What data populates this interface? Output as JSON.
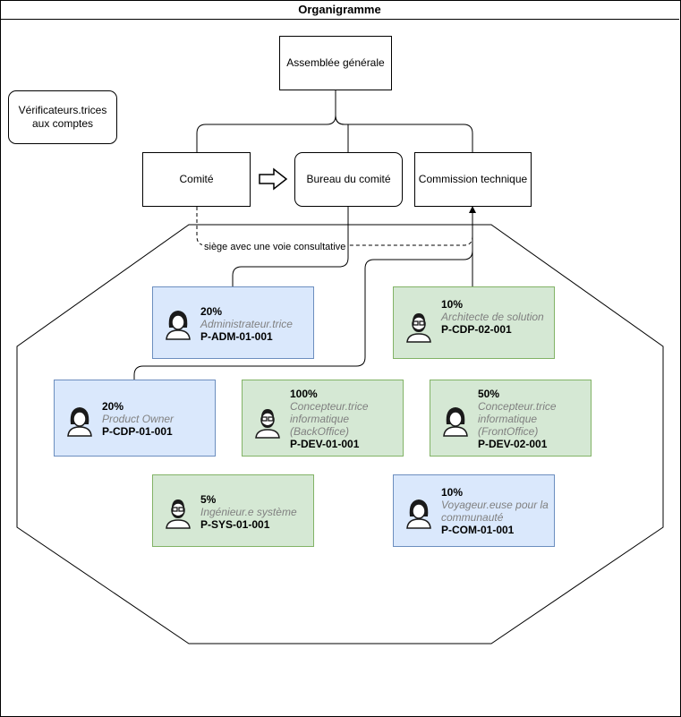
{
  "title": "Organigramme",
  "nodes": {
    "assemblee": "Assemblée générale",
    "verificateurs": "Vérificateurs.trices aux comptes",
    "comite": "Comité",
    "bureau": "Bureau du comité",
    "commission": "Commission technique"
  },
  "edge_label": "siège avec une voie consultative",
  "roles": [
    {
      "percent": "20%",
      "title": "Administrateur.trice",
      "code": "P-ADM-01-001",
      "color": "#dae8fc",
      "avatar": "woman-avatar-icon"
    },
    {
      "percent": "10%",
      "title": "Architecte de solution",
      "code": "P-CDP-02-001",
      "color": "#d5e8d4",
      "avatar": "bearded-man-avatar-icon"
    },
    {
      "percent": "20%",
      "title": "Product Owner",
      "code": "P-CDP-01-001",
      "color": "#dae8fc",
      "avatar": "woman-avatar-icon"
    },
    {
      "percent": "100%",
      "title": "Concepteur.trice informatique (BackOffice)",
      "code": "P-DEV-01-001",
      "color": "#d5e8d4",
      "avatar": "bearded-man-avatar-icon"
    },
    {
      "percent": "50%",
      "title": "Concepteur.trice informatique (FrontOffice)",
      "code": "P-DEV-02-001",
      "color": "#d5e8d4",
      "avatar": "woman-avatar-icon"
    },
    {
      "percent": "5%",
      "title": "Ingénieur.e système",
      "code": "P-SYS-01-001",
      "color": "#d5e8d4",
      "avatar": "bearded-man-avatar-icon"
    },
    {
      "percent": "10%",
      "title": "Voyageur.euse pour la communauté",
      "code": "P-COM-01-001",
      "color": "#dae8fc",
      "avatar": "woman-avatar-icon"
    }
  ]
}
